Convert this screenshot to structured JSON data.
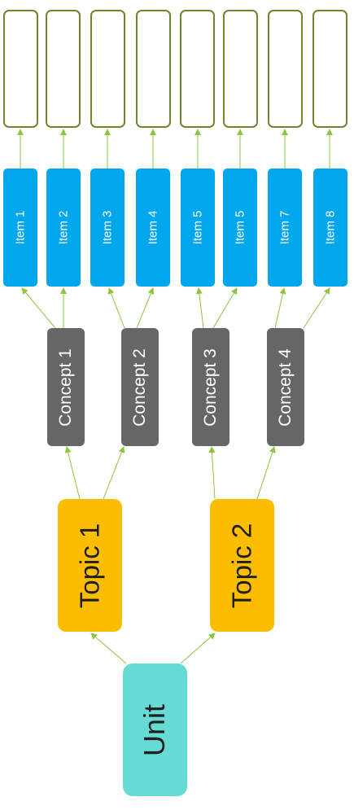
{
  "unit": {
    "label": "Unit"
  },
  "topics": [
    {
      "label": "Topic 1"
    },
    {
      "label": "Topic 2"
    }
  ],
  "concepts": [
    {
      "label": "Concept 1"
    },
    {
      "label": "Concept 2"
    },
    {
      "label": "Concept 3"
    },
    {
      "label": "Concept 4"
    }
  ],
  "items": [
    {
      "label": "Item 1"
    },
    {
      "label": "Item 2"
    },
    {
      "label": "Item 3"
    },
    {
      "label": "Item 4"
    },
    {
      "label": "Item 5"
    },
    {
      "label": "Item 5"
    },
    {
      "label": "Item 7"
    },
    {
      "label": "Item 8"
    }
  ],
  "colors": {
    "unit": "#66dbd4",
    "topic": "#fbbd00",
    "concept": "#666666",
    "item": "#00a7ec",
    "outcome_border": "#6a8a2a",
    "connector": "#8cc63f"
  }
}
